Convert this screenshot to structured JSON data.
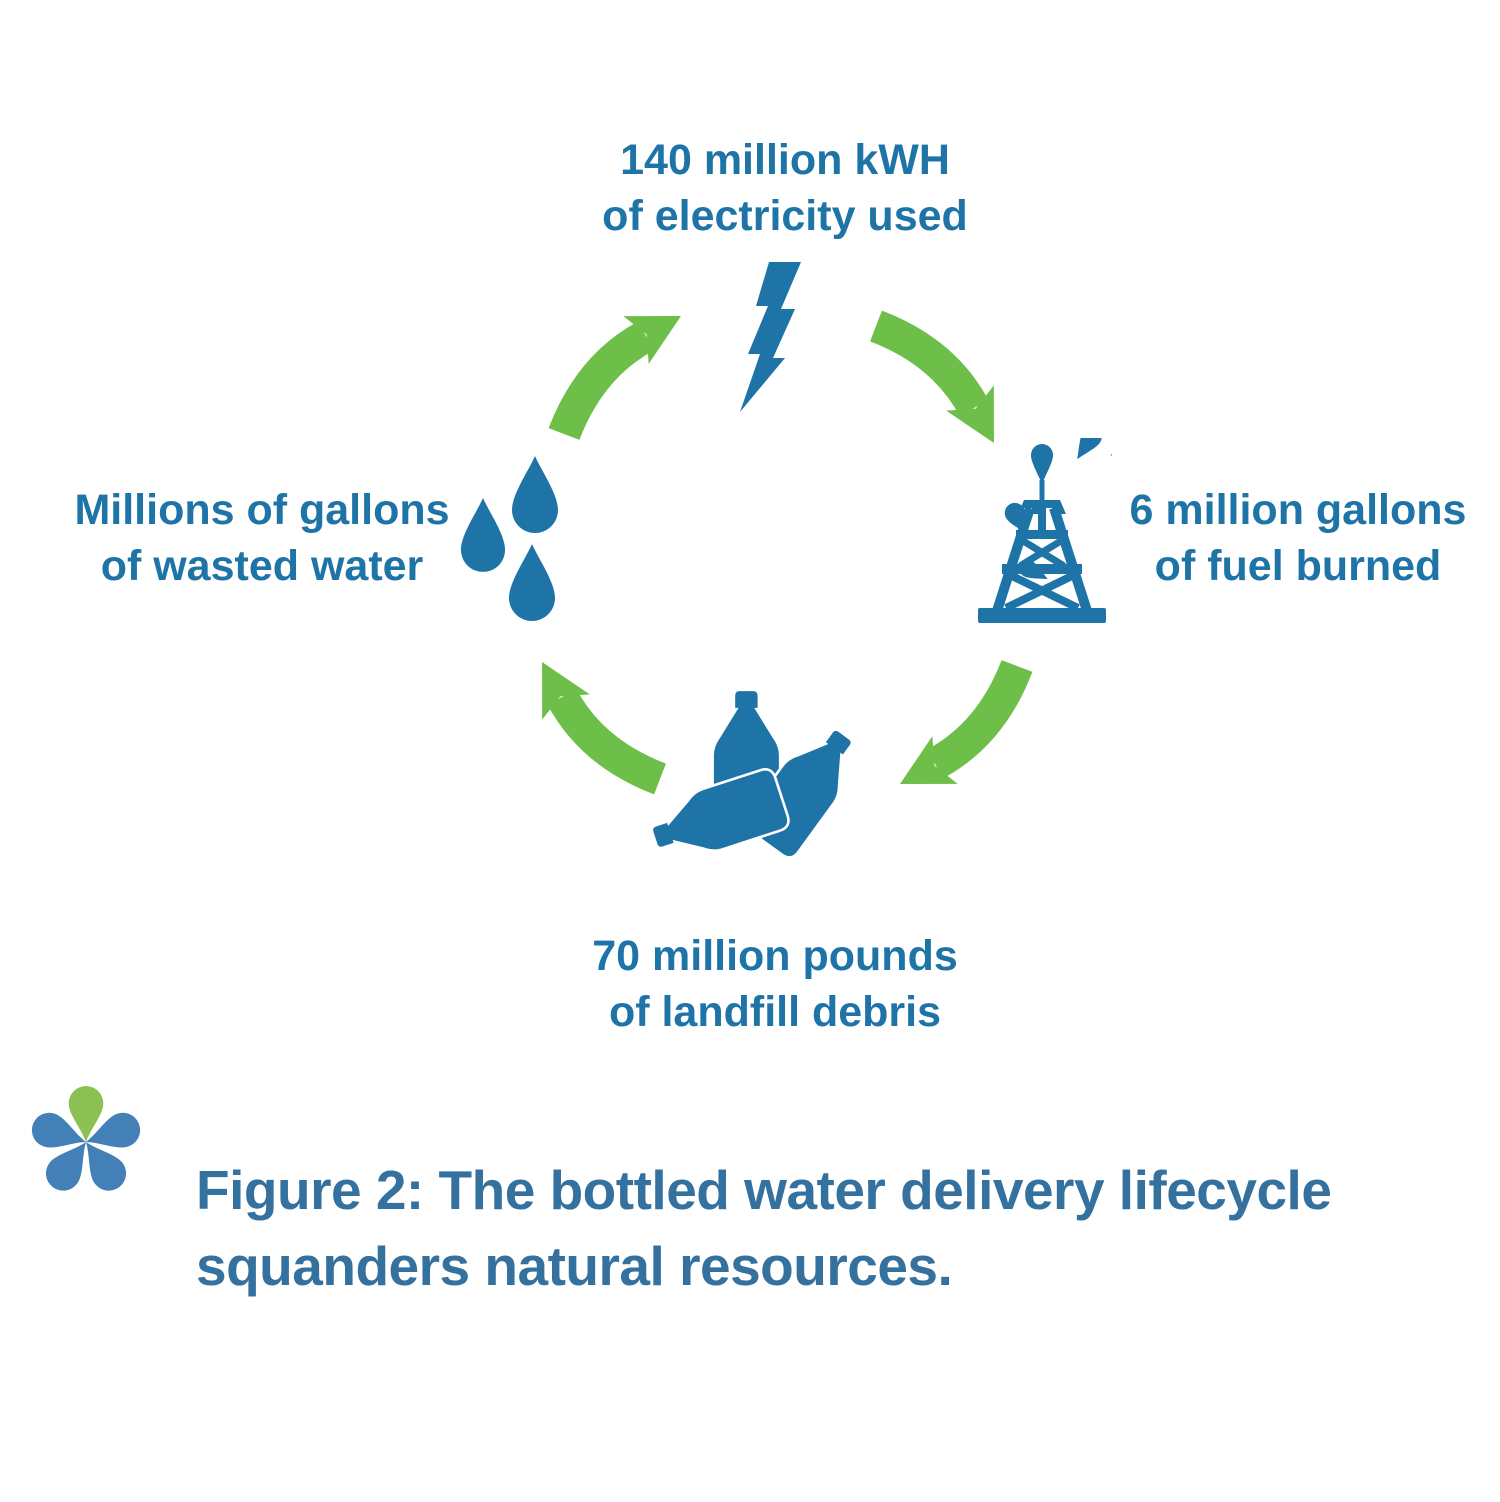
{
  "title": "Bottled water delivery lifecycle infographic",
  "colors": {
    "icon_blue": "#1e74a7",
    "caption_blue": "#35719f",
    "arrow_green": "#6dbf4a",
    "logo_blue": "#4280b7",
    "logo_green": "#8bc053",
    "background": "#ffffff"
  },
  "cycle": {
    "direction": "clockwise",
    "nodes": [
      {
        "id": "electricity",
        "position": "top",
        "icon": "lightning-bolt-icon",
        "line1": "140 million kWH",
        "line2": "of electricity used"
      },
      {
        "id": "fuel",
        "position": "right",
        "icon": "oil-derrick-icon",
        "line1": "6 million gallons",
        "line2": "of fuel burned"
      },
      {
        "id": "landfill",
        "position": "bottom",
        "icon": "water-bottles-icon",
        "line1": "70 million pounds",
        "line2": "of landfill debris"
      },
      {
        "id": "water",
        "position": "left",
        "icon": "water-drops-icon",
        "line1": "Millions of gallons",
        "line2": "of wasted water"
      }
    ],
    "arrows": [
      {
        "from": "water",
        "to": "electricity",
        "icon": "curved-arrow-up-right-icon"
      },
      {
        "from": "electricity",
        "to": "fuel",
        "icon": "curved-arrow-down-right-icon"
      },
      {
        "from": "fuel",
        "to": "landfill",
        "icon": "curved-arrow-down-left-icon"
      },
      {
        "from": "landfill",
        "to": "water",
        "icon": "curved-arrow-up-left-icon"
      }
    ]
  },
  "caption": {
    "line1": "Figure 2: The bottled water delivery lifecycle",
    "line2": "squanders natural resources."
  },
  "logo": {
    "name": "five-petal-flower-logo",
    "petals": 5,
    "green_petal_position": "top"
  }
}
